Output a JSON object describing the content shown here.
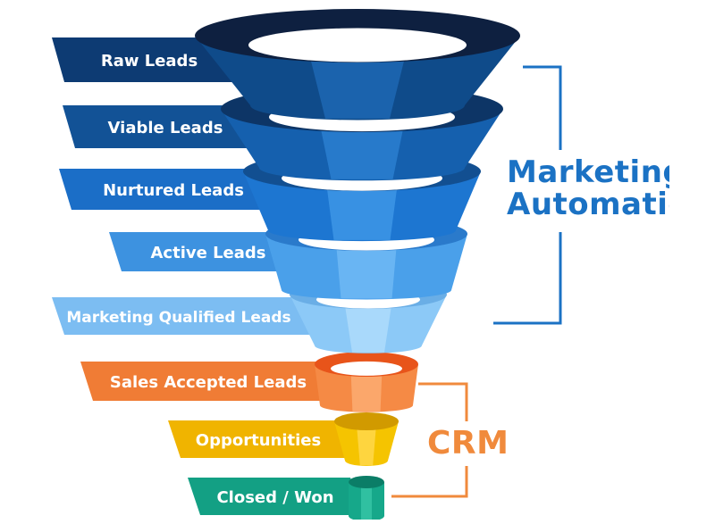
{
  "stages": [
    {
      "label": "Raw Leads",
      "ribbon_color": "#0d3b73",
      "top_color": "#0e2040",
      "body_color": "#0f4b8a",
      "band_color": "#1d67b3"
    },
    {
      "label": "Viable Leads",
      "ribbon_color": "#125296",
      "top_color": "#0d3566",
      "body_color": "#1560ae",
      "band_color": "#2a7fd0"
    },
    {
      "label": "Nurtured Leads",
      "ribbon_color": "#1b6ec7",
      "top_color": "#124f91",
      "body_color": "#1d76d1",
      "band_color": "#3d96e6"
    },
    {
      "label": "Active Leads",
      "ribbon_color": "#3d92e0",
      "top_color": "#2a7acb",
      "body_color": "#4aa0ea",
      "band_color": "#6fb9f5"
    },
    {
      "label": "Marketing Qualified Leads",
      "ribbon_color": "#7cbdf2",
      "top_color": "#6aaee6",
      "body_color": "#8cc9f7",
      "band_color": "#aedcfb"
    },
    {
      "label": "Sales Accepted Leads",
      "ribbon_color": "#f07c35",
      "top_color": "#e8541a",
      "body_color": "#f58a45",
      "band_color": "#fbab72"
    },
    {
      "label": "Opportunities",
      "ribbon_color": "#f0b400",
      "top_color": "#d19a00",
      "body_color": "#f5c400",
      "band_color": "#ffd84a"
    },
    {
      "label": "Closed / Won",
      "ribbon_color": "#13a084",
      "top_color": "#0b7d67",
      "body_color": "#16a88a",
      "band_color": "#35c4a4"
    }
  ],
  "groups": {
    "marketing": {
      "label_line1": "Marketing",
      "label_line2": "Automation",
      "color": "#1b72c4"
    },
    "crm": {
      "label": "CRM",
      "color": "#f08a3c"
    }
  }
}
